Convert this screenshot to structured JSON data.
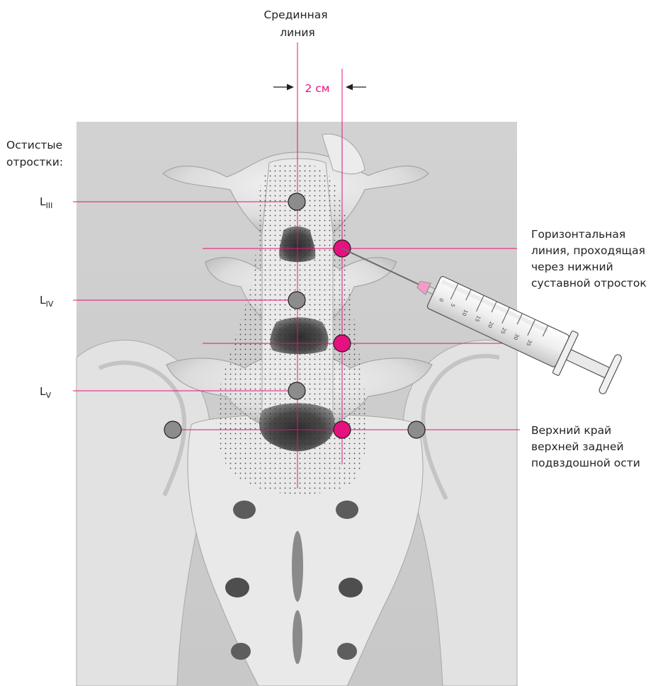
{
  "colors": {
    "accent": "#e5117e",
    "marker_gray": "#8c8c8c",
    "background_panel": "#d4d4d4",
    "text": "#231f20"
  },
  "labels": {
    "midline": [
      "Срединная",
      "линия"
    ],
    "distance": "2 см",
    "spinous_processes": [
      "Остистые",
      "отростки:"
    ],
    "horizontal_line": [
      "Горизонтальная",
      "линия, проходящая",
      "через нижний",
      "суставной отросток"
    ],
    "iliac_spine": [
      "Верхний край",
      "верхней задней",
      "подвздошной ости"
    ]
  },
  "levels": [
    {
      "main": "L",
      "sub": "III"
    },
    {
      "main": "L",
      "sub": "IV"
    },
    {
      "main": "L",
      "sub": "V"
    }
  ],
  "syringe_scale": [
    "0",
    "5",
    "10",
    "15",
    "20",
    "25",
    "30",
    "35"
  ],
  "icons": [
    "syringe-icon",
    "needle-icon"
  ]
}
